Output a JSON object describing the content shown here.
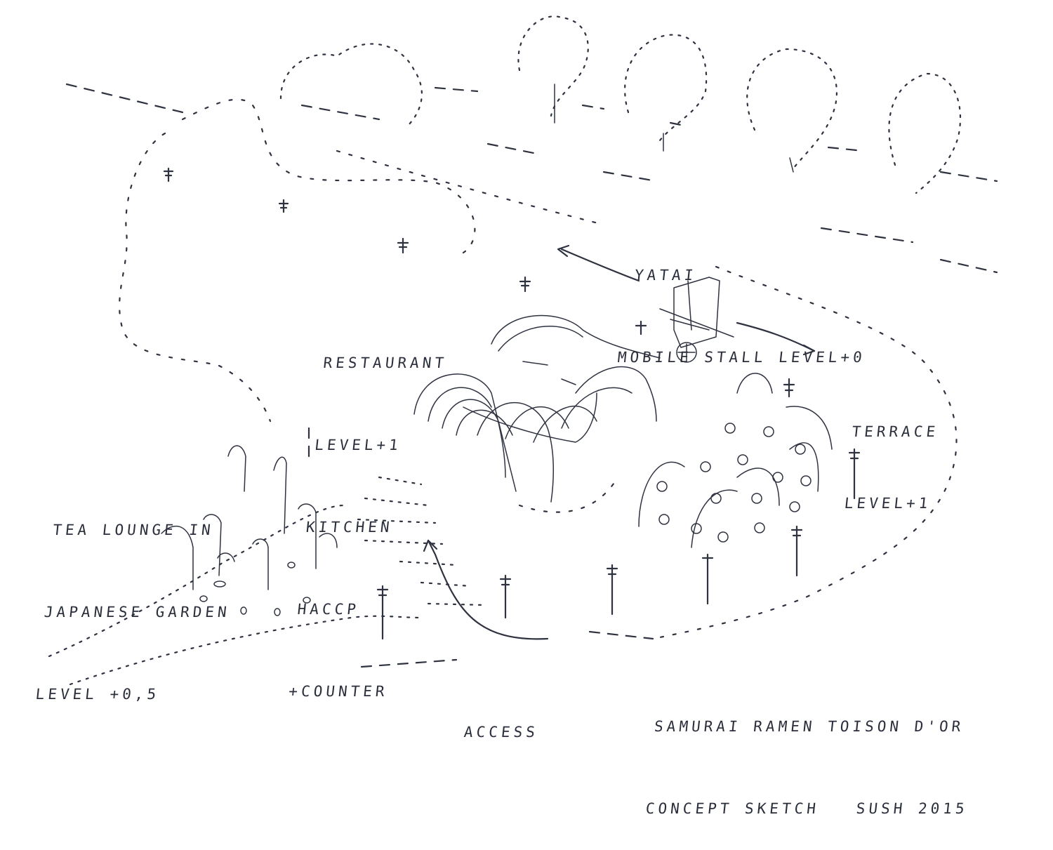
{
  "labels": {
    "yatai": [
      "YATAI",
      "MOBILE STALL LEVEL+0"
    ],
    "restaurant": [
      "RESTAURANT",
      "LEVEL+1",
      "KITCHEN",
      "HACCP",
      "+COUNTER"
    ],
    "terrace": [
      "TERRACE",
      "LEVEL+1"
    ],
    "tea_lounge": [
      "TEA LOUNGE IN",
      "JAPANESE GARDEN",
      "LEVEL +0,5"
    ],
    "access": "ACCESS",
    "caption": [
      "SAMURAI RAMEN TOISON D'OR",
      "CONCEPT SKETCH   SUSH 2015"
    ]
  },
  "colors": {
    "ink": "#2f3340",
    "paper": "#ffffff"
  }
}
